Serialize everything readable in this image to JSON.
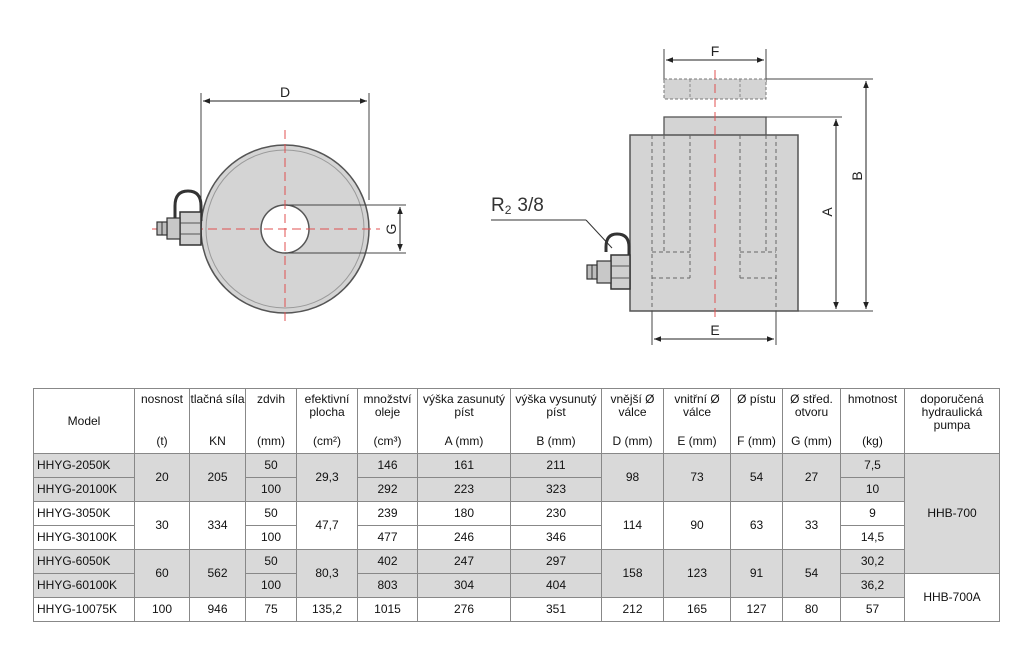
{
  "drawing": {
    "labels": {
      "d": "D",
      "g": "G",
      "f": "F",
      "b": "B",
      "a": "A",
      "e": "E",
      "port_main": "R",
      "port_sub": "2",
      "port_size": "3/8"
    },
    "colors": {
      "body_fill": "#d4d4d4",
      "outline": "#555555",
      "centerline": "#e05050",
      "dimension": "#222222"
    }
  },
  "table": {
    "headers": [
      {
        "top": "Model",
        "unit": ""
      },
      {
        "top": "nosnost",
        "unit": "(t)"
      },
      {
        "top": "tlačná síla",
        "unit": "KN"
      },
      {
        "top": "zdvih",
        "unit": "(mm)"
      },
      {
        "top": "efektivní plocha",
        "unit": "(cm²)"
      },
      {
        "top": "množství oleje",
        "unit": "(cm³)"
      },
      {
        "top": "výška zasunutý píst",
        "unit": "A (mm)"
      },
      {
        "top": "výška vysunutý píst",
        "unit": "B (mm)"
      },
      {
        "top": "vnější Ø válce",
        "unit": "D (mm)"
      },
      {
        "top": "vnitřní Ø válce",
        "unit": "E (mm)"
      },
      {
        "top": "Ø pístu",
        "unit": "F (mm)"
      },
      {
        "top": "Ø střed. otvoru",
        "unit": "G (mm)"
      },
      {
        "top": "hmotnost",
        "unit": "(kg)"
      },
      {
        "top": "doporučená hydraulická pumpa",
        "unit": ""
      }
    ],
    "rows": [
      {
        "model": "HHYG-2050K",
        "stroke": "50",
        "oil": "146",
        "a": "161",
        "b": "211",
        "weight": "7,5"
      },
      {
        "model": "HHYG-20100K",
        "stroke": "100",
        "oil": "292",
        "a": "223",
        "b": "323",
        "weight": "10"
      },
      {
        "model": "HHYG-3050K",
        "stroke": "50",
        "oil": "239",
        "a": "180",
        "b": "230",
        "weight": "9"
      },
      {
        "model": "HHYG-30100K",
        "stroke": "100",
        "oil": "477",
        "a": "246",
        "b": "346",
        "weight": "14,5"
      },
      {
        "model": "HHYG-6050K",
        "stroke": "50",
        "oil": "402",
        "a": "247",
        "b": "297",
        "weight": "30,2"
      },
      {
        "model": "HHYG-60100K",
        "stroke": "100",
        "oil": "803",
        "a": "304",
        "b": "404",
        "weight": "36,2"
      },
      {
        "model": "HHYG-10075K",
        "stroke": "75",
        "oil": "1015",
        "a": "276",
        "b": "351",
        "weight": "57"
      }
    ],
    "groups": [
      {
        "capacity": "20",
        "force": "205",
        "area": "29,3",
        "d": "98",
        "e": "73",
        "f": "54",
        "g": "27"
      },
      {
        "capacity": "30",
        "force": "334",
        "area": "47,7",
        "d": "114",
        "e": "90",
        "f": "63",
        "g": "33"
      },
      {
        "capacity": "60",
        "force": "562",
        "area": "80,3",
        "d": "158",
        "e": "123",
        "f": "91",
        "g": "54"
      },
      {
        "capacity": "100",
        "force": "946",
        "area": "135,2",
        "d": "212",
        "e": "165",
        "f": "127",
        "g": "80"
      }
    ],
    "pumps": [
      "HHB-700",
      "HHB-700A"
    ]
  }
}
